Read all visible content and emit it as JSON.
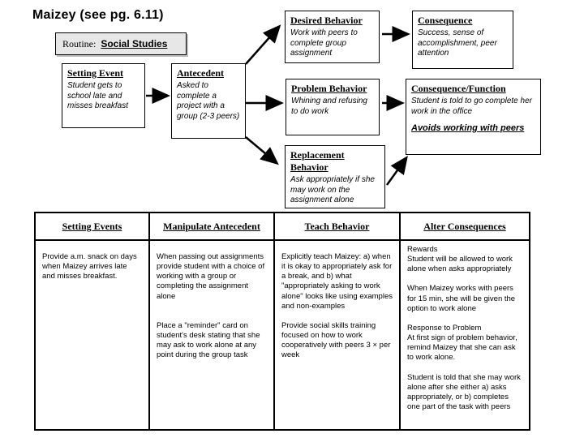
{
  "page": {
    "title": "Maizey (see pg. 6.11)"
  },
  "routine": {
    "label": "Routine:",
    "value": "Social Studies"
  },
  "diagram": {
    "setting_event": {
      "heading": "Setting Event",
      "body": "Student gets to school late and misses breakfast"
    },
    "antecedent": {
      "heading": "Antecedent",
      "body": "Asked to complete a project with a group (2-3 peers)"
    },
    "desired_behavior": {
      "heading": "Desired Behavior",
      "body": "Work with peers to complete group assignment"
    },
    "consequence": {
      "heading": "Consequence",
      "body": "Success, sense of accomplishment, peer attention"
    },
    "problem_behavior": {
      "heading": "Problem Behavior",
      "body": "Whining and refusing to do work"
    },
    "consequence_function": {
      "heading": "Consequence/Function",
      "body": "Student is told to go complete her work in the office",
      "emphasis": "Avoids working with peers"
    },
    "replacement_behavior": {
      "heading": "Replacement Behavior",
      "body": "Ask appropriately if she may work on the assignment alone"
    }
  },
  "table": {
    "headers": [
      "Setting Events",
      "Manipulate Antecedent",
      "Teach Behavior",
      "Alter Consequences"
    ],
    "columns": [
      {
        "paragraphs": [
          "Provide a.m. snack on days when Maizey arrives late and misses breakfast."
        ]
      },
      {
        "paragraphs": [
          "When passing out assignments provide student with a choice of working with a group or completing the assignment alone",
          "Place a \"reminder\" card on student's desk  stating that she may ask to work alone at any point during the group task"
        ]
      },
      {
        "paragraphs": [
          "Explicitly teach Maizey: a) when it is okay to appropriately ask for a break, and b)  what \"appropriately asking to work alone\" looks like using examples and non-examples",
          "Provide  social skills training focused on how to work cooperatively with peers 3 × per week"
        ]
      },
      {
        "paragraphs": [
          "Rewards\nStudent will be allowed to work alone when asks appropriately",
          "When Maizey works with peers for 15 min, she will be given the option to work alone",
          "Response to Problem\nAt first sign of problem behavior, remind Maizey that she can ask to work alone.",
          "Student is told that she may work alone after she either a) asks appropriately, or b) completes one part of the task with peers"
        ]
      }
    ]
  },
  "colors": {
    "routine_box_bg": "#e7e7e7",
    "line": "#000000"
  }
}
